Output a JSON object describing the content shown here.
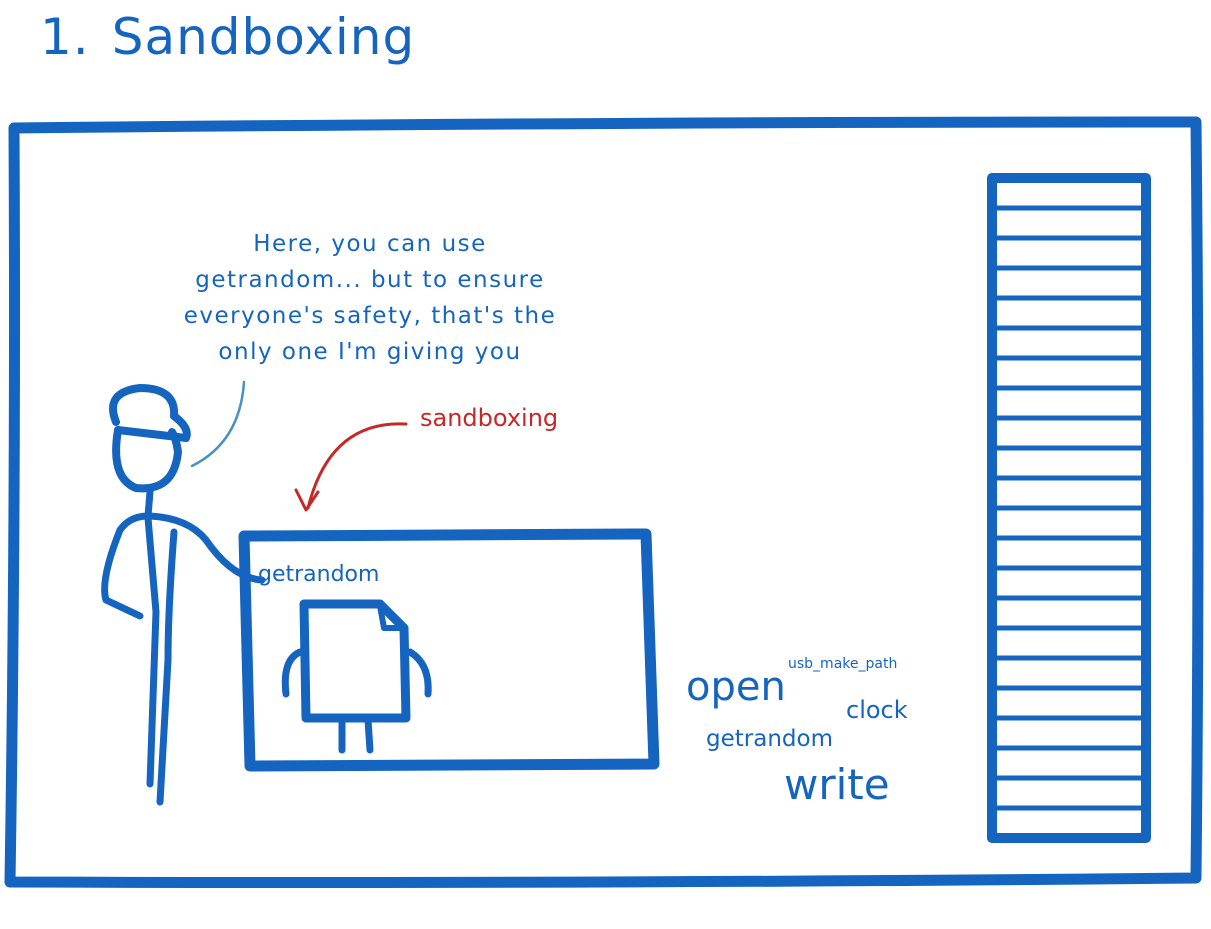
{
  "title": {
    "number": "1.",
    "text": "Sandboxing"
  },
  "speech": {
    "lines": [
      "Here, you can use",
      "getrandom... but to ensure",
      "everyone's safety, that's the",
      "only one I'm giving you"
    ]
  },
  "annotation": {
    "text": "sandboxing"
  },
  "sandbox": {
    "allowed_syscall": "getrandom"
  },
  "syscalls": {
    "usb_make_path": "usb_make_path",
    "open": "open",
    "clock": "clock",
    "getrandom": "getrandom",
    "write": "write"
  },
  "colors": {
    "ink": "#1565c0",
    "speech_tail": "#4a90c8",
    "annotation": "#c62828",
    "background": "#ffffff"
  }
}
